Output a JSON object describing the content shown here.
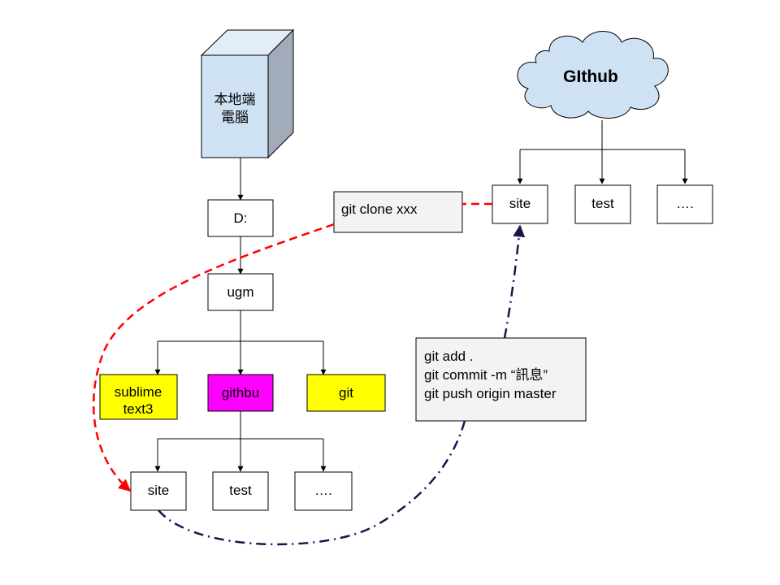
{
  "computer": {
    "line1": "本地端",
    "line2": "電腦"
  },
  "cloud": {
    "label": "GIthub"
  },
  "local_tree": {
    "drive": "D:",
    "root": "ugm",
    "folders": [
      "sublime\ntext3",
      "githbu",
      "git"
    ],
    "repos": [
      "site",
      "test",
      "…."
    ]
  },
  "remote_tree": {
    "repos": [
      "site",
      "test",
      "…."
    ]
  },
  "commands": {
    "clone": "git clone xxx",
    "push": [
      "git add .",
      "git commit -m “訊息”",
      "git push origin master"
    ]
  },
  "colors": {
    "computer_front": "#cfe2f3",
    "computer_side": "#a2abb9",
    "cloud_fill": "#cfe2f3",
    "command_fill": "#f3f3f3",
    "highlight_yellow": "#ffff00",
    "highlight_magenta": "#ff00ff",
    "clone_arrow": "#ff0000",
    "push_arrow": "#20124d"
  },
  "icons": {
    "computer": "computer-icon",
    "cloud": "cloud-icon"
  }
}
